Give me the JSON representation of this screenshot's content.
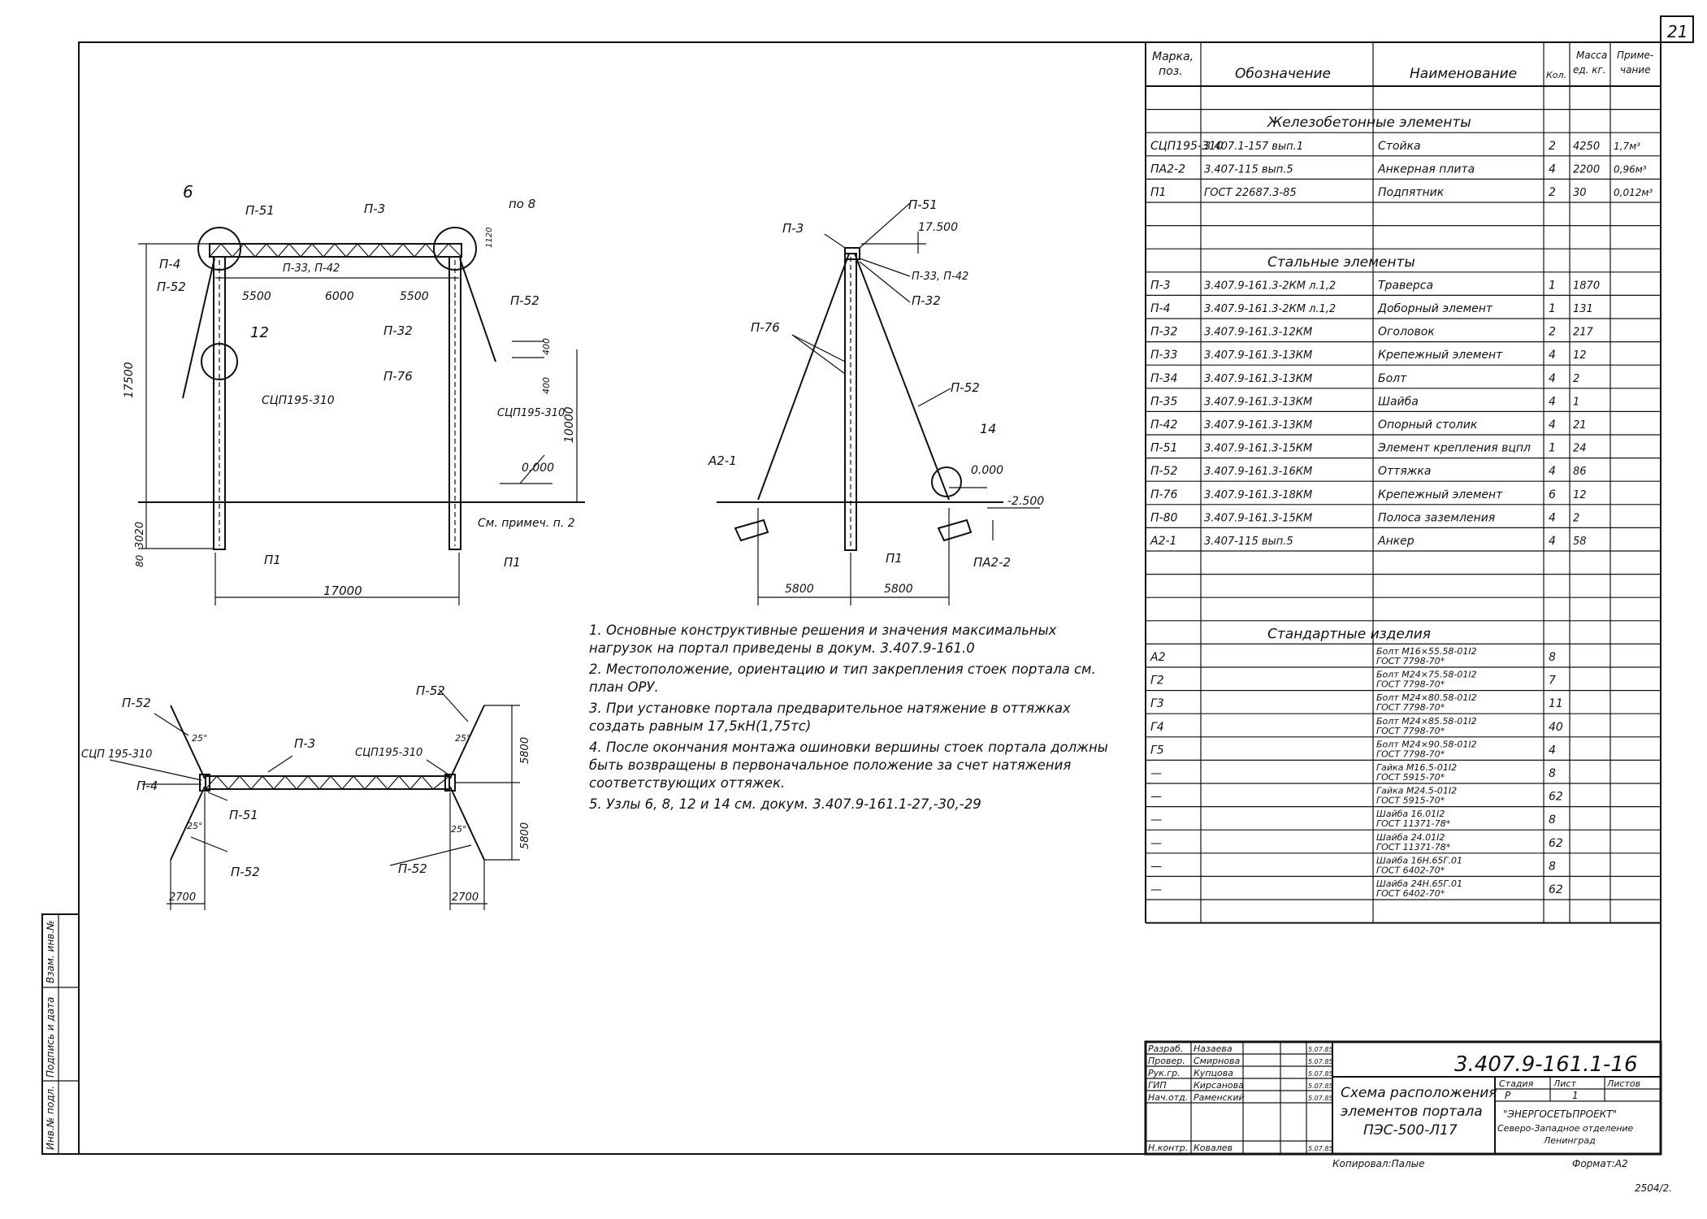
{
  "page_number": "21",
  "bottom_note": "2504/2.",
  "copied_by": "Копировал:Палые",
  "format": "Формат:А2",
  "table": {
    "headers": {
      "pos": "Марка, поз.",
      "designation": "Обозначение",
      "name": "Наименование",
      "qty": "Кол.",
      "mass": "Масса ед. кг.",
      "note": "Приме- чание"
    },
    "sections": [
      {
        "title": "Железобетонные элементы",
        "rows": [
          {
            "pos": "СЦП195-310",
            "designation": "3.407.1-157 вып.1",
            "name": "Стойка",
            "qty": "2",
            "mass": "4250",
            "note": "1,7м³"
          },
          {
            "pos": "ПА2-2",
            "designation": "3.407-115 вып.5",
            "name": "Анкерная плита",
            "qty": "4",
            "mass": "2200",
            "note": "0,96м³"
          },
          {
            "pos": "П1",
            "designation": "ГОСТ 22687.3-85",
            "name": "Подпятник",
            "qty": "2",
            "mass": "30",
            "note": "0,012м³"
          }
        ]
      },
      {
        "title": "Стальные элементы",
        "rows": [
          {
            "pos": "П-3",
            "designation": "3.407.9-161.3-2КМ л.1,2",
            "name": "Траверса",
            "qty": "1",
            "mass": "1870",
            "note": ""
          },
          {
            "pos": "П-4",
            "designation": "3.407.9-161.3-2КМ л.1,2",
            "name": "Доборный элемент",
            "qty": "1",
            "mass": "131",
            "note": ""
          },
          {
            "pos": "П-32",
            "designation": "3.407.9-161.3-12КМ",
            "name": "Оголовок",
            "qty": "2",
            "mass": "217",
            "note": ""
          },
          {
            "pos": "П-33",
            "designation": "3.407.9-161.3-13КМ",
            "name": "Крепежный элемент",
            "qty": "4",
            "mass": "12",
            "note": ""
          },
          {
            "pos": "П-34",
            "designation": "3.407.9-161.3-13КМ",
            "name": "Болт",
            "qty": "4",
            "mass": "2",
            "note": ""
          },
          {
            "pos": "П-35",
            "designation": "3.407.9-161.3-13КМ",
            "name": "Шайба",
            "qty": "4",
            "mass": "1",
            "note": ""
          },
          {
            "pos": "П-42",
            "designation": "3.407.9-161.3-13КМ",
            "name": "Опорный столик",
            "qty": "4",
            "mass": "21",
            "note": ""
          },
          {
            "pos": "П-51",
            "designation": "3.407.9-161.3-15КМ",
            "name": "Элемент крепления вцпл",
            "qty": "1",
            "mass": "24",
            "note": ""
          },
          {
            "pos": "П-52",
            "designation": "3.407.9-161.3-16КМ",
            "name": "Оттяжка",
            "qty": "4",
            "mass": "86",
            "note": ""
          },
          {
            "pos": "П-76",
            "designation": "3.407.9-161.3-18КМ",
            "name": "Крепежный элемент",
            "qty": "6",
            "mass": "12",
            "note": ""
          },
          {
            "pos": "П-80",
            "designation": "3.407.9-161.3-15КМ",
            "name": "Полоса заземления",
            "qty": "4",
            "mass": "2",
            "note": ""
          },
          {
            "pos": "А2-1",
            "designation": "3.407-115 вып.5",
            "name": "Анкер",
            "qty": "4",
            "mass": "58",
            "note": ""
          }
        ]
      },
      {
        "title": "Стандартные изделия",
        "rows": [
          {
            "pos": "А2",
            "name1": "Болт М16×55.58-01I2",
            "name2": "ГОСТ 7798-70*",
            "qty": "8"
          },
          {
            "pos": "Г2",
            "name1": "Болт М24×75.58-01I2",
            "name2": "ГОСТ 7798-70*",
            "qty": "7"
          },
          {
            "pos": "Г3",
            "name1": "Болт М24×80.58-01I2",
            "name2": "ГОСТ 7798-70*",
            "qty": "11"
          },
          {
            "pos": "Г4",
            "name1": "Болт М24×85.58-01I2",
            "name2": "ГОСТ 7798-70*",
            "qty": "40"
          },
          {
            "pos": "Г5",
            "name1": "Болт М24×90.58-01I2",
            "name2": "ГОСТ 7798-70*",
            "qty": "4"
          },
          {
            "pos": "—",
            "name1": "Гайка М16.5-01I2",
            "name2": "ГОСТ 5915-70*",
            "qty": "8"
          },
          {
            "pos": "—",
            "name1": "Гайка М24.5-01I2",
            "name2": "ГОСТ 5915-70*",
            "qty": "62"
          },
          {
            "pos": "—",
            "name1": "Шайба 16.01I2",
            "name2": "ГОСТ 11371-78*",
            "qty": "8"
          },
          {
            "pos": "—",
            "name1": "Шайба 24.01I2",
            "name2": "ГОСТ 11371-78*",
            "qty": "62"
          },
          {
            "pos": "—",
            "name1": "Шайба 16Н.65Г.01",
            "name2": "ГОСТ 6402-70*",
            "qty": "8"
          },
          {
            "pos": "—",
            "name1": "Шайба 24Н.65Г.01",
            "name2": "ГОСТ 6402-70*",
            "qty": "62"
          }
        ]
      }
    ]
  },
  "notes": [
    "1. Основные конструктивные решения и значения максимальных нагрузок на портал приведены в докум. 3.407.9-161.0",
    "2. Местоположение, ориентацию и тип закрепления стоек портала см. план ОРУ.",
    "3. При установке портала предварительное натяжение в оттяжках создать равным 17,5кН(1,75тс)",
    "4. После окончания монтажа ошиновки вершины стоек портала должны быть возвращены в первоначальное положение за счет натяжения соответствующих оттяжек.",
    "5. Узлы 6, 8, 12 и 14 см. докум. 3.407.9-161.1-27,-30,-29"
  ],
  "title_block": {
    "code": "3.407.9-161.1-16",
    "title_lines": [
      "Схема расположения",
      "элементов портала",
      "ПЭС-500-Л17"
    ],
    "stage_label": "Стадия",
    "sheet_label": "Лист",
    "sheets_label": "Листов",
    "stage": "Р",
    "sheet": "1",
    "sheets": "",
    "org_lines": [
      "\"ЭНЕРГОСЕТЬПРОЕКТ\"",
      "Северо-Западное отделение",
      "Ленинград"
    ],
    "people": [
      {
        "role": "Разраб.",
        "name": "Назаева",
        "date": "5.07.85"
      },
      {
        "role": "Провер.",
        "name": "Смирнова",
        "date": "5.07.85"
      },
      {
        "role": "Рук.гр.",
        "name": "Купцова",
        "date": "5.07.85"
      },
      {
        "role": "ГИП",
        "name": "Кирсанова",
        "date": "5.07.85"
      },
      {
        "role": "Нач.отд.",
        "name": "Раменский",
        "date": "5.07.85"
      },
      {
        "role": "Н.контр.",
        "name": "Ковалев",
        "date": "5.07.85"
      }
    ],
    "side_stamp": [
      "Инв.№ подл.",
      "Подпись и дата",
      "Взам. инв.№"
    ]
  },
  "drawing_labels": {
    "front": {
      "node6": "6",
      "node8": "по 8",
      "node12": "12",
      "p51": "П-51",
      "p3": "П-3",
      "p4": "П-4",
      "p52a": "П-52",
      "p52b": "П-52",
      "p33": "П-33, П-42",
      "p32": "П-32",
      "p76": "П-76",
      "col1": "СЦП195-310",
      "col2": "СЦП195-310",
      "d1": "5500",
      "d2": "6000",
      "d3": "5500",
      "d4": "17000",
      "h1": "17500",
      "h2": "10000",
      "h3": "3020",
      "h4": "80",
      "h5": "400",
      "h6": "400",
      "h7": "1120",
      "lvl0": "0.000",
      "soil": "См. примеч. п. 2",
      "p1a": "П1",
      "p1b": "П1"
    },
    "side": {
      "p3": "П-3",
      "p51": "П-51",
      "lvl": "17.500",
      "p33": "П-33, П-42",
      "p32": "П-32",
      "p16": "П-76",
      "p52": "П-52",
      "node14": "14",
      "a21": "А2-1",
      "lvl0": "0.000",
      "lvl2": "-2.500",
      "p1": "П1",
      "pa22": "ПА2-2",
      "d1": "5800",
      "d2": "5800"
    },
    "plan": {
      "p52a": "П-52",
      "p52b": "П-52",
      "p52c": "П-52",
      "p52d": "П-52",
      "col1": "СЦП 195-310",
      "col2": "СЦП195-310",
      "p3": "П-3",
      "p4": "П-4",
      "p51": "П-51",
      "ang1": "25°",
      "ang2": "25°",
      "ang3": "25°",
      "ang4": "25°",
      "d1": "2700",
      "d2": "2700",
      "d3": "5800",
      "d4": "5800"
    }
  }
}
